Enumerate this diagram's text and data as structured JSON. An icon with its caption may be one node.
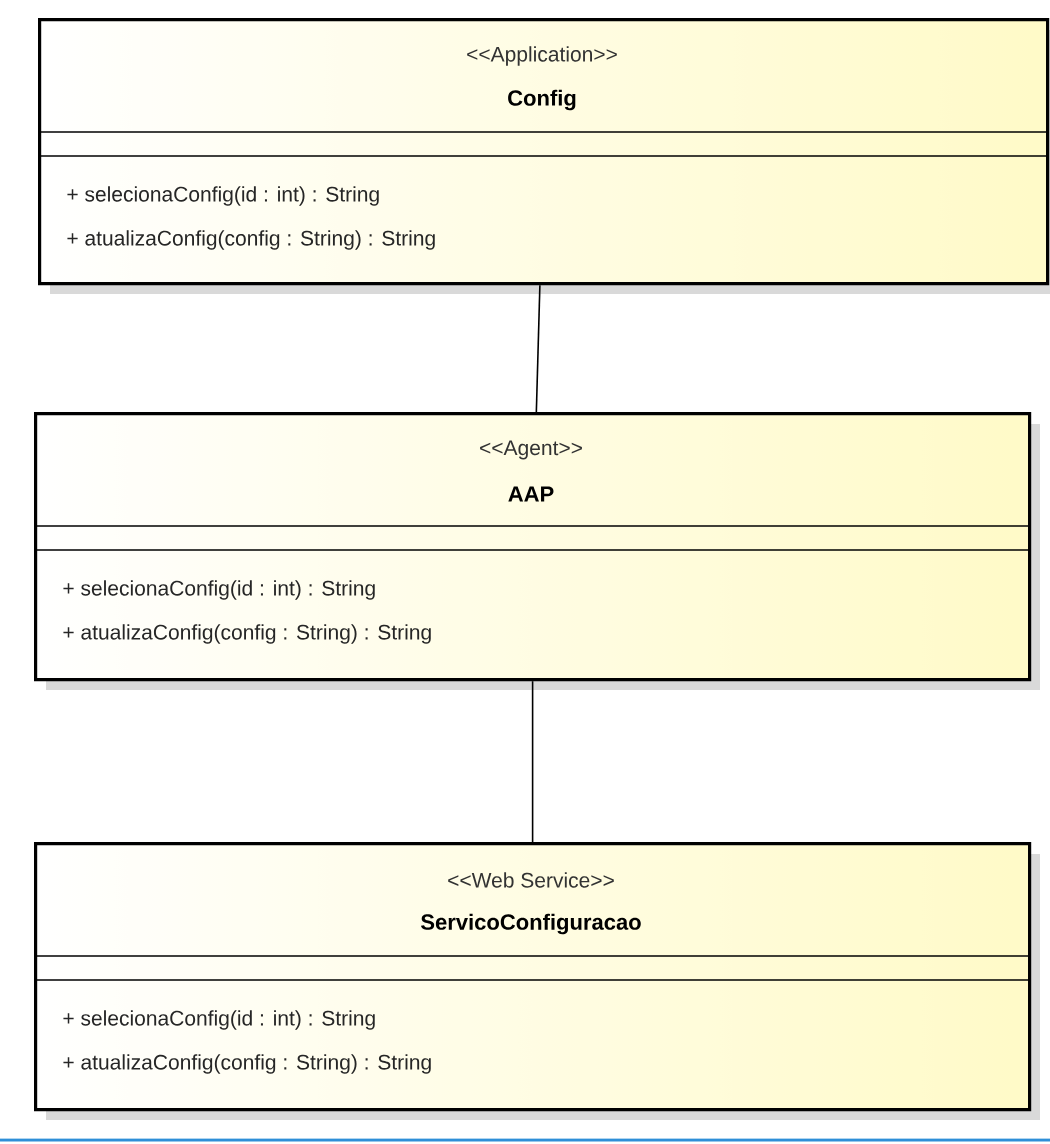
{
  "diagram": {
    "nodes": [
      {
        "text": [
          "<<Application>>",
          "Config",
          "+ selecionaConfig(id : int) : String",
          "+ atualizaConfig(config : String) : String"
        ]
      },
      {
        "text": [
          "<<Agent>>",
          "AAP",
          "+ selecionaConfig(id : int) : String",
          "+ atualizaConfig(config : String) : String"
        ]
      },
      {
        "text": [
          "<<Web Service>>",
          "ServicoConfiguracao",
          "+ selecionaConfig(id : int) : String",
          "+ atualizaConfig(config : String) : String"
        ]
      }
    ],
    "edges": [
      {
        "from": 0,
        "to": 1,
        "arrow": "none"
      },
      {
        "from": 1,
        "to": 2,
        "arrow": "none"
      }
    ]
  }
}
